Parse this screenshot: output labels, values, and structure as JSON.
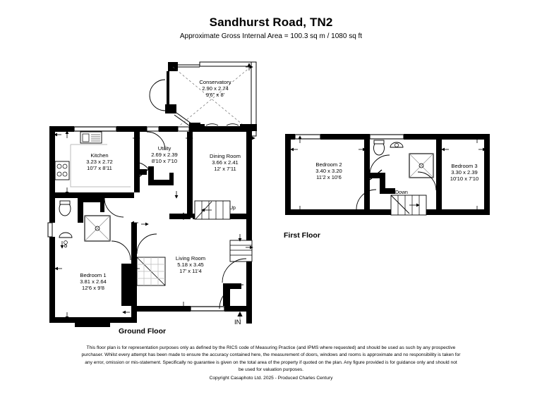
{
  "header": {
    "title": "Sandhurst Road, TN2",
    "subtitle": "Approximate Gross Internal Area = 100.3 sq m / 1080 sq ft"
  },
  "floors": [
    {
      "id": "ground",
      "label": "Ground Floor"
    },
    {
      "id": "first",
      "label": "First Floor"
    }
  ],
  "rooms": [
    {
      "id": "conservatory",
      "name": "Conservatory",
      "metric": "2.90 x 2.74",
      "imperial": "9'6\" x 8'",
      "floor": "ground"
    },
    {
      "id": "kitchen",
      "name": "Kitchen",
      "metric": "3.23 x 2.72",
      "imperial": "10'7 x 8'11",
      "floor": "ground"
    },
    {
      "id": "utility",
      "name": "Utility",
      "metric": "2.69 x 2.39",
      "imperial": "8'10 x 7'10",
      "floor": "ground"
    },
    {
      "id": "dining-room",
      "name": "Dining Room",
      "metric": "3.66 x 2.41",
      "imperial": "12' x 7'11",
      "floor": "ground"
    },
    {
      "id": "living-room",
      "name": "Living Room",
      "metric": "5.18 x 3.45",
      "imperial": "17' x 11'4",
      "floor": "ground"
    },
    {
      "id": "bedroom-1",
      "name": "Bedroom 1",
      "metric": "3.81 x 2.64",
      "imperial": "12'6 x 9'8",
      "floor": "ground"
    },
    {
      "id": "bedroom-2",
      "name": "Bedroom 2",
      "metric": "3.40 x 3.20",
      "imperial": "11'2 x 10'6",
      "floor": "first"
    },
    {
      "id": "bedroom-3",
      "name": "Bedroom 3",
      "metric": "3.30 x 2.39",
      "imperial": "10'10 x 7'10",
      "floor": "first"
    }
  ],
  "markers": {
    "stairs_up": "Up",
    "stairs_down": "Down",
    "entrance": "IN"
  },
  "disclaimer": {
    "line1": "This floor plan is for representation purposes only as defined by the RICS code of Measuring Practice (and IPMS where requested) and should be used as such by any prospective",
    "line2": "purchaser. Whilst every attempt has been made to ensure the accuracy contained here, the measurement of doors, windows and rooms is approximate and no responsibility is taken for",
    "line3": "any error, omission or mis-statement. Specifically no guarantee is given on the total area of the property if quoted on the plan. Any figure provided is for guidance only and should not",
    "line4": "be used for valuation purposes.",
    "copyright": "Copyright Casaphoto Ltd. 2025 - Produced Charles Century"
  },
  "colors": {
    "wall": "#000000",
    "background": "#ffffff",
    "fixture_line": "#000000",
    "dimension_line": "#000000"
  }
}
